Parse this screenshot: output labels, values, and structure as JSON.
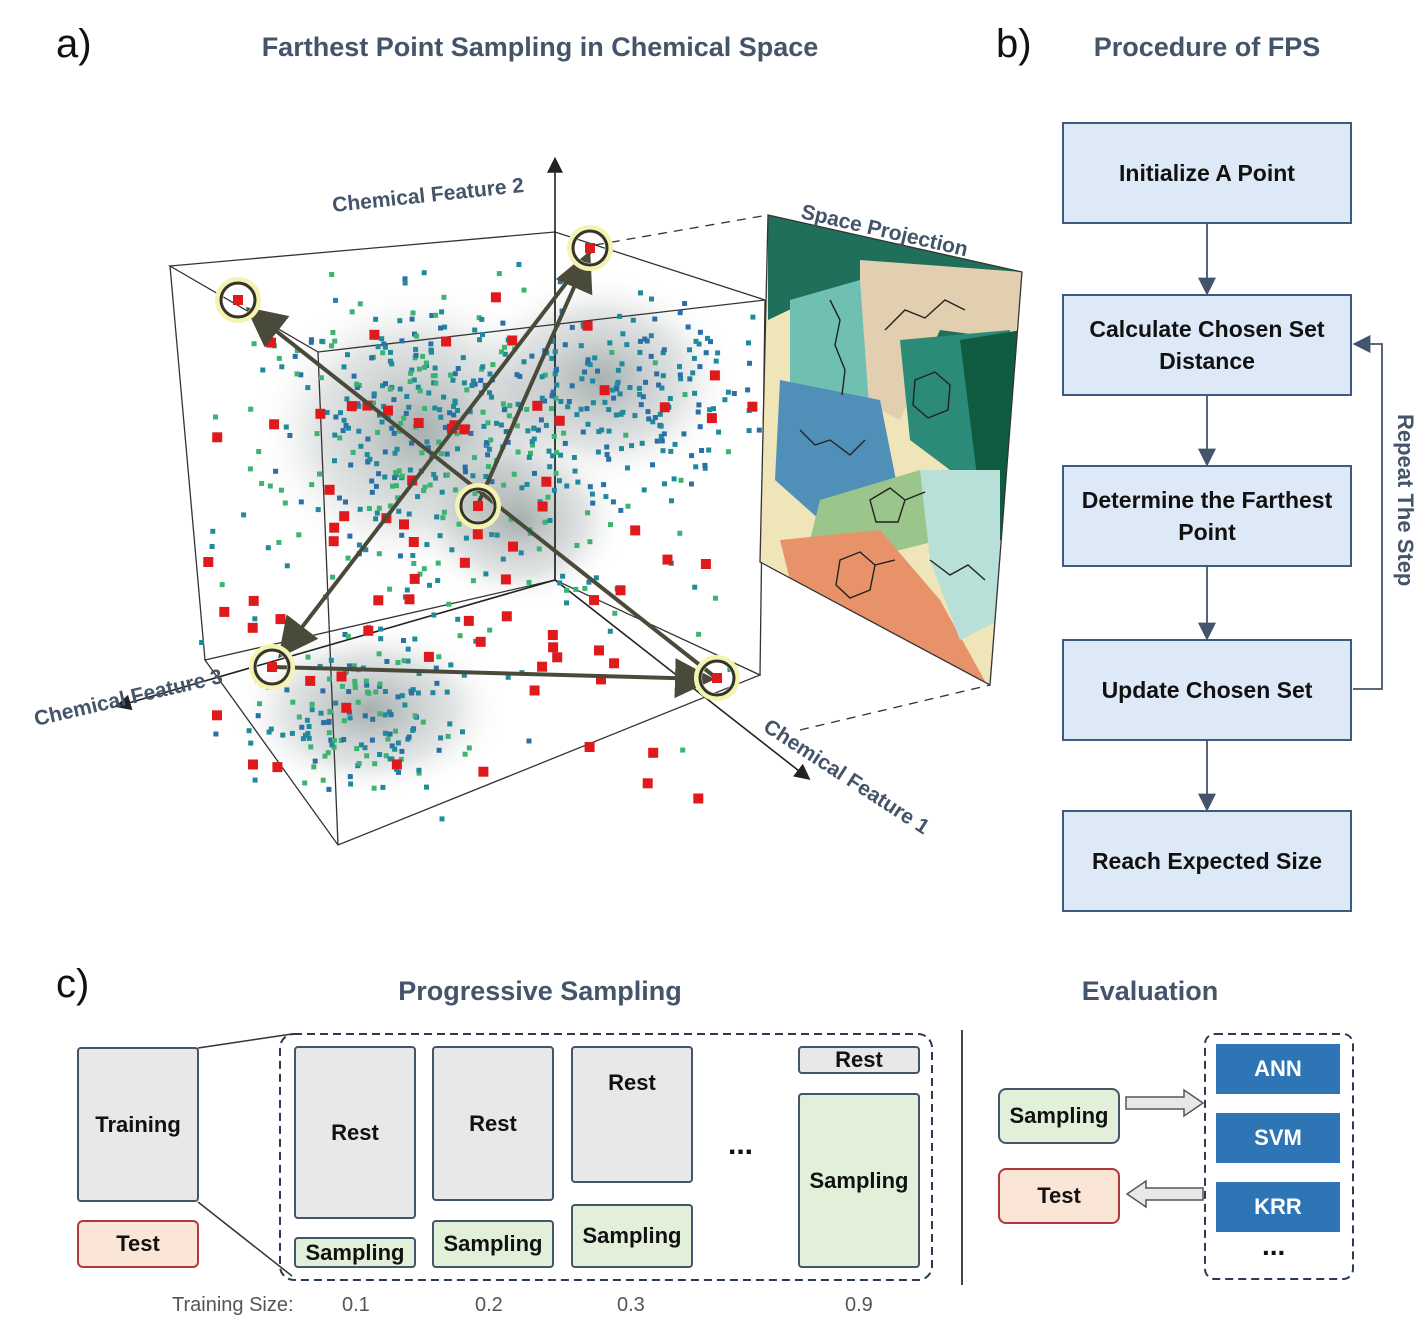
{
  "panel_a": {
    "letter": "a)",
    "title": "Farthest Point Sampling in Chemical Space",
    "axis_feature_1": "Chemical Feature 1",
    "axis_feature_2": "Chemical Feature 2",
    "axis_feature_3": "Chemical Feature 3",
    "projection_label": "Space Projection",
    "colors": {
      "red_point": "#e0191c",
      "green_point": "#3cb371",
      "teal_point": "#1f8a9c",
      "blue_point": "#2a6fa8",
      "arrow": "#4a4a3a",
      "circle_glow": "#f5f3b0"
    },
    "projection_region_colors": [
      "#1f6f5a",
      "#e2cfb0",
      "#6fbfb3",
      "#4f8fb8",
      "#2b8a78",
      "#0f5c40",
      "#9bc58a",
      "#e8926a",
      "#b8e0d8",
      "#efe5b8"
    ]
  },
  "panel_b": {
    "letter": "b)",
    "title": "Procedure of FPS",
    "steps": [
      "Initialize A Point",
      "Calculate Chosen Set Distance",
      "Determine the Farthest Point",
      "Update Chosen Set",
      "Reach Expected Size"
    ],
    "loop_label": "Repeat The Step"
  },
  "panel_c": {
    "letter": "c)",
    "title_sampling": "Progressive Sampling",
    "title_evaluation": "Evaluation",
    "training_label": "Training",
    "test_label": "Test",
    "rest_label": "Rest",
    "sampling_label": "Sampling",
    "ellipsis": "...",
    "training_size_label": "Training Size:",
    "training_sizes": [
      "0.1",
      "0.2",
      "0.3",
      "0.9"
    ],
    "eval_sampling": "Sampling",
    "eval_test": "Test",
    "models": [
      "ANN",
      "SVM",
      "KRR"
    ],
    "models_more": "..."
  }
}
